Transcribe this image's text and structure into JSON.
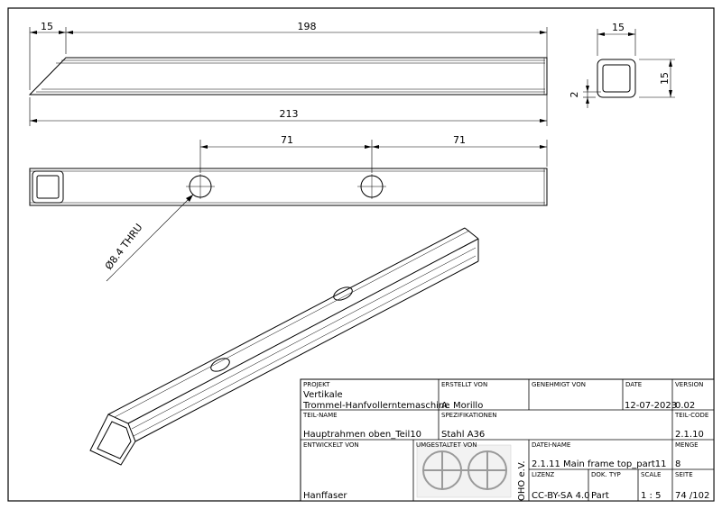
{
  "dimensions": {
    "side_offset": "15",
    "side_length": "198",
    "side_total": "213",
    "section_width": "15",
    "section_height": "15",
    "section_wall": "2",
    "hole_spacing_1": "71",
    "hole_spacing_2": "71",
    "hole_note": "Ø8.4 THRU"
  },
  "title_block": {
    "projekt_label": "PROJEKT",
    "projekt_line1": "Vertikale",
    "projekt_line2": "Trommel-Hanfvollerntemaschine",
    "erstellt_label": "ERSTELLT VON",
    "erstellt_value": "A. Morillo",
    "genehmigt_label": "GENEHMIGT VON",
    "genehmigt_value": "",
    "date_label": "DATE",
    "date_value": "12-07-2023",
    "version_label": "VERSION",
    "version_value": "0.02",
    "teilname_label": "TEIL-NAME",
    "teilname_value": "Hauptrahmen oben_Teil10",
    "spezifikationen_label": "SPEZIFIKATIONEN",
    "spezifikationen_value": "Stahl A36",
    "teilcode_label": "TEIL-CODE",
    "teilcode_value": "2.1.10",
    "entwickelt_label": "ENTWICKELT VON",
    "entwickelt_value": "Hanffaser",
    "umgestaltet_label": "UMGESTALTET VON",
    "logo_text": "OHO e.V.",
    "dateiname_label": "DATEI-NAME",
    "dateiname_value": "2.1.11 Main frame top_part11",
    "menge_label": "MENGE",
    "menge_value": "8",
    "lizenz_label": "LIZENZ",
    "lizenz_value": "CC-BY-SA 4.0",
    "doktyp_label": "DOK. TYP",
    "doktyp_value": "Part",
    "scale_label": "SCALE",
    "scale_value": "1 : 5",
    "seite_label": "SEITE",
    "seite_value": "74 /102"
  }
}
